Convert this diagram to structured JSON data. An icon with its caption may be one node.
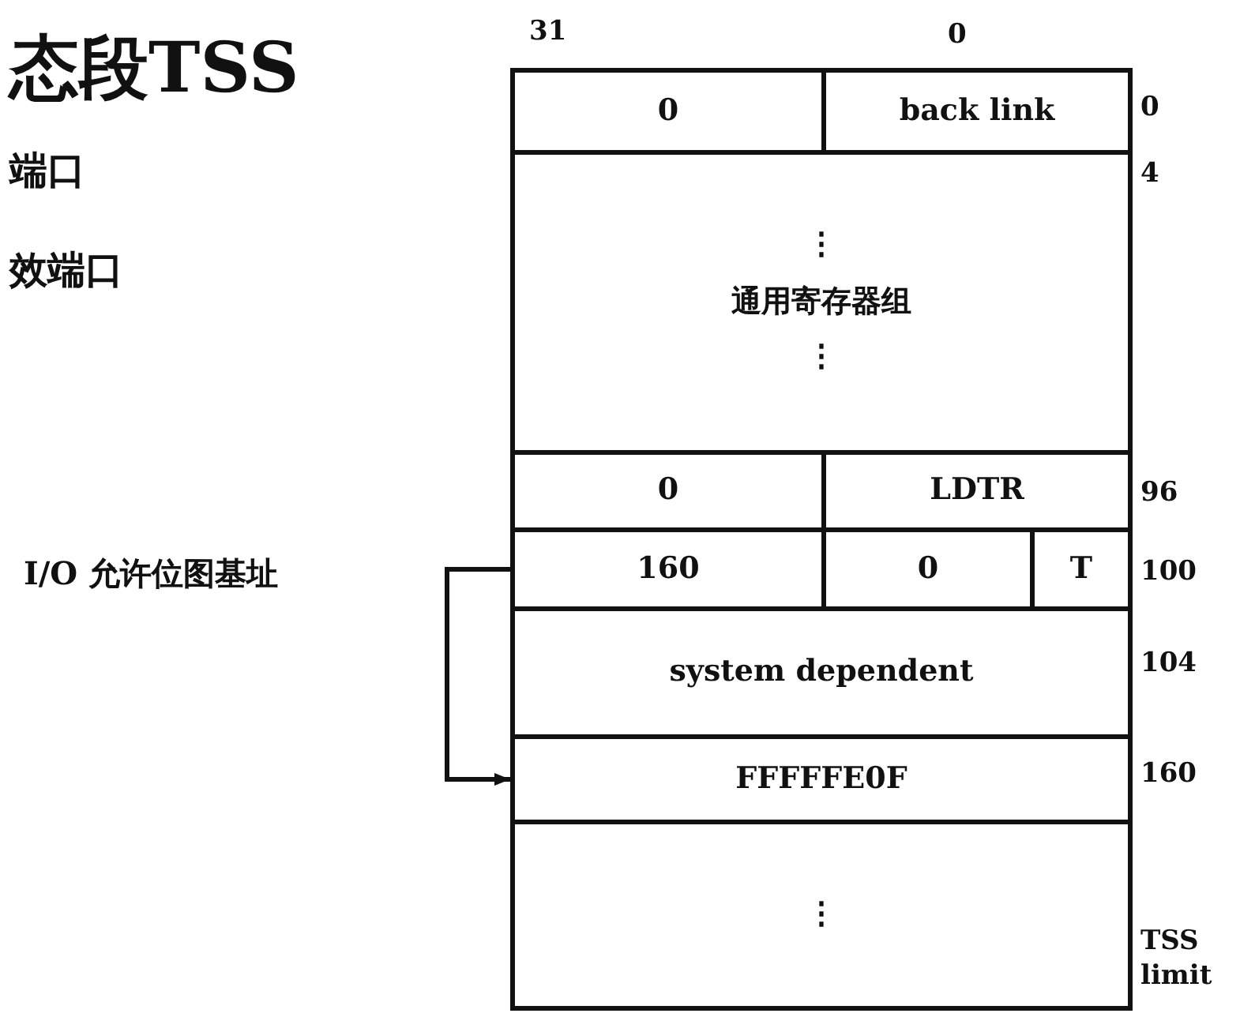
{
  "diagram": {
    "title": "态段TSS",
    "nodes": [
      {
        "text": [
          "0"
        ]
      },
      {
        "text": [
          "back link"
        ]
      },
      {
        "text": [
          "⋮",
          "通用寄存器组",
          "⋮"
        ]
      },
      {
        "text": [
          "0"
        ]
      },
      {
        "text": [
          "LDTR"
        ]
      },
      {
        "text": [
          "160"
        ]
      },
      {
        "text": [
          "0"
        ]
      },
      {
        "text": [
          "T"
        ]
      },
      {
        "text": [
          "system dependent"
        ]
      },
      {
        "text": [
          "FFFFFE0F"
        ]
      },
      {
        "text": [
          "⋮"
        ]
      }
    ],
    "edges": [
      {
        "from": 5,
        "to": 9,
        "arrow": "to"
      }
    ],
    "labels": [
      "端口",
      "效端口",
      "31",
      "0",
      "0",
      "4",
      "96",
      "I/O 允许位图基址",
      "100",
      "104",
      "160",
      "TSS limit"
    ]
  }
}
